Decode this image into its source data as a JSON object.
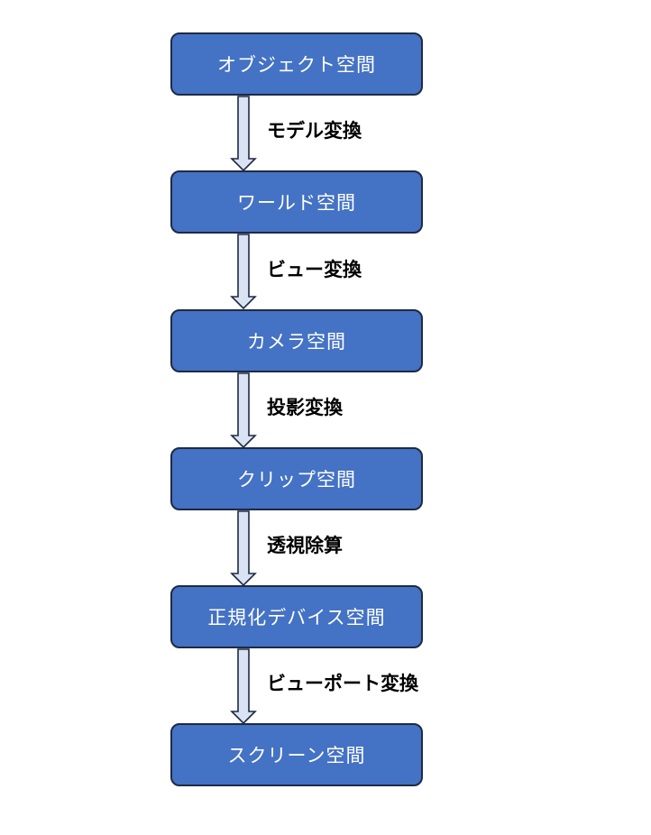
{
  "stages": [
    {
      "label": "オブジェクト空間"
    },
    {
      "label": "ワールド空間"
    },
    {
      "label": "カメラ空間"
    },
    {
      "label": "クリップ空間"
    },
    {
      "label": "正規化デバイス空間"
    },
    {
      "label": "スクリーン空間"
    }
  ],
  "transforms": [
    {
      "label": "モデル変換"
    },
    {
      "label": "ビュー変換"
    },
    {
      "label": "投影変換"
    },
    {
      "label": "透視除算"
    },
    {
      "label": "ビューポート変換"
    }
  ],
  "colors": {
    "box_fill": "#4472c4",
    "box_border": "#1f2a44",
    "arrow_fill": "#dae3f3",
    "arrow_stroke": "#1f2a44",
    "box_text": "#ffffff",
    "label_text": "#000000"
  }
}
